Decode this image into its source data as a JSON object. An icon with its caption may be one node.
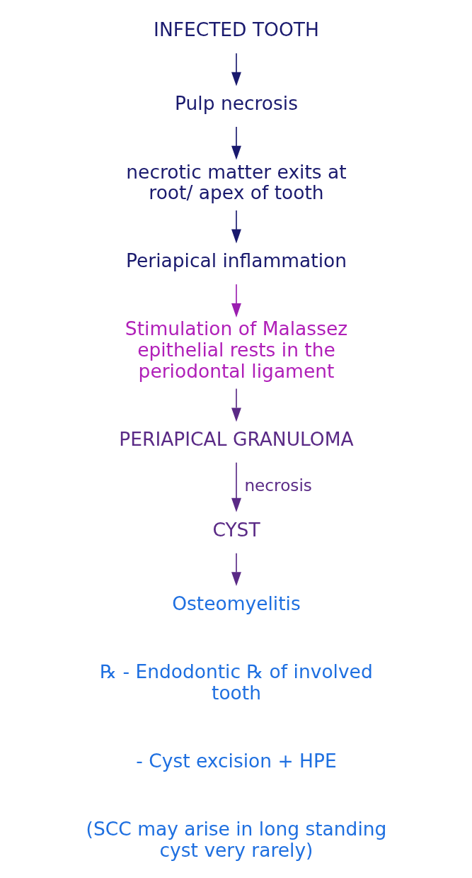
{
  "diagram": {
    "nodes": [
      {
        "text": [
          "INFECTED TOOTH"
        ]
      },
      {
        "text": [
          "Pulp necrosis"
        ]
      },
      {
        "text": [
          "necrotic matter exits at root/ apex of tooth"
        ]
      },
      {
        "text": [
          "Periapical inflammation"
        ]
      },
      {
        "text": [
          "Stimulation of Malassez epithelial rests in the periodontal ligament"
        ]
      },
      {
        "text": [
          "PERIAPICAL GRANULOMA"
        ]
      },
      {
        "text": [
          "CYST"
        ]
      },
      {
        "text": [
          "Osteomyelitis"
        ]
      }
    ],
    "edges": [
      {
        "from": 0,
        "to": 1,
        "arrow": "to"
      },
      {
        "from": 1,
        "to": 2,
        "arrow": "to"
      },
      {
        "from": 2,
        "to": 3,
        "arrow": "to"
      },
      {
        "from": 3,
        "to": 4,
        "arrow": "to",
        "color": "#9b1fb0"
      },
      {
        "from": 4,
        "to": 5,
        "arrow": "to",
        "color": "#5a2a86"
      },
      {
        "from": 5,
        "to": 6,
        "arrow": "to",
        "label": "necrosis",
        "color": "#5a2a86"
      },
      {
        "from": 6,
        "to": 7,
        "arrow": "to",
        "color": "#5a2a86"
      }
    ],
    "labels": [
      "℞ - Endodontic ℞ of involved tooth",
      "- Cyst excision + HPE",
      "(SCC may arise in long standing cyst very rarely)"
    ]
  }
}
